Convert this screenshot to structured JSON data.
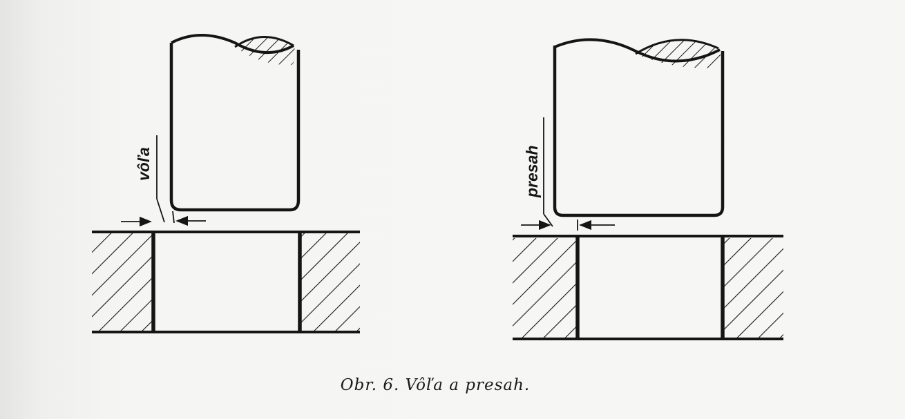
{
  "figure": {
    "left_label": "vôľa",
    "right_label": "presah",
    "caption": "Obr. 6. Vôľa a presah."
  }
}
